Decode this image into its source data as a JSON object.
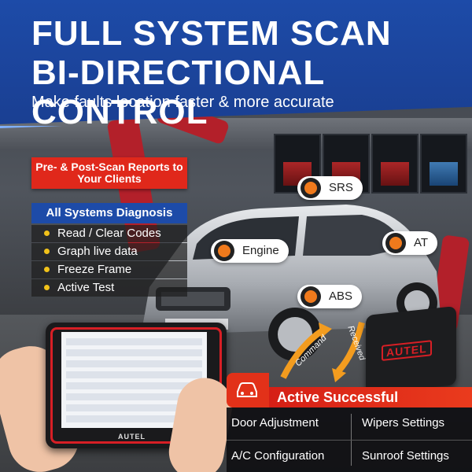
{
  "header": {
    "title_line1": "FULL SYSTEM SCAN",
    "title_line2": "BI-DIRECTIONAL CONTROL",
    "subtitle": "Make faults location faster & more accurate"
  },
  "callouts": {
    "reports": "Pre- & Post-Scan Reports to Your Clients",
    "diagnosis_title": "All Systems Diagnosis",
    "features": [
      "Read / Clear Codes",
      "Graph live data",
      "Freeze Frame",
      "Active Test"
    ]
  },
  "systems": {
    "srs": "SRS",
    "engine": "Engine",
    "at": "AT",
    "abs": "ABS"
  },
  "arrows": {
    "command": "Command",
    "received": "Received"
  },
  "device": {
    "brand": "AUTEL"
  },
  "case": {
    "brand": "AUTEL"
  },
  "active": {
    "title": "Active Successful",
    "items": [
      "Door Adjustment",
      "Wipers Settings",
      "A/C Configuration",
      "Sunroof Settings"
    ]
  },
  "colors": {
    "header_blue": "#1d4ba8",
    "accent_red": "#e0281b",
    "bullet_yellow": "#f1c21a",
    "icon_orange": "#f07a1c"
  },
  "icons": {
    "srs": "airbag-icon",
    "engine": "engine-icon",
    "at": "gears-icon",
    "abs": "abs-icon",
    "active": "car-settings-icon"
  }
}
